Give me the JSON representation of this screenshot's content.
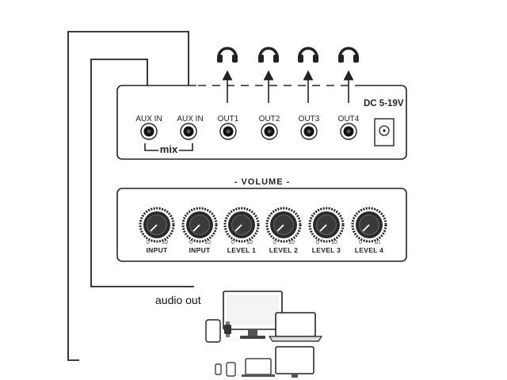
{
  "top_panel": {
    "inputs": [
      {
        "label": "AUX IN"
      },
      {
        "label": "AUX IN"
      }
    ],
    "outputs": [
      {
        "label": "OUT1"
      },
      {
        "label": "OUT2"
      },
      {
        "label": "OUT3"
      },
      {
        "label": "OUT4"
      }
    ],
    "mix_label": "mix",
    "dc_label": "DC 5-19V"
  },
  "volume_panel": {
    "title": "- VOLUME -",
    "knobs": [
      {
        "label": "INPUT",
        "min": "0",
        "max": "10"
      },
      {
        "label": "INPUT",
        "min": "0",
        "max": "10"
      },
      {
        "label": "LEVEL 1",
        "min": "0",
        "max": "10"
      },
      {
        "label": "LEVEL 2",
        "min": "0",
        "max": "10"
      },
      {
        "label": "LEVEL 3",
        "min": "0",
        "max": "10"
      },
      {
        "label": "LEVEL 4",
        "min": "0",
        "max": "10"
      }
    ]
  },
  "source": {
    "label": "audio out",
    "icons": [
      "desktop-monitor-icon",
      "laptop-icon",
      "tablet-icon",
      "phone-icon",
      "smartwatch-icon",
      "monitor-icon"
    ]
  },
  "headphones": [
    "headphones-icon",
    "headphones-icon",
    "headphones-icon",
    "headphones-icon"
  ]
}
